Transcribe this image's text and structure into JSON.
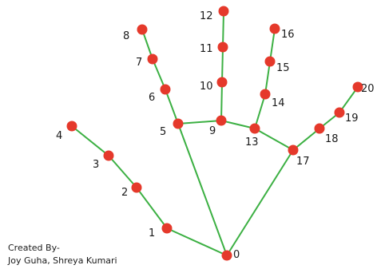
{
  "diagram": {
    "line_color": "#3cb043",
    "point_color": "#e5392b",
    "landmarks": [
      {
        "id": 0,
        "label": "0"
      },
      {
        "id": 1,
        "label": "1"
      },
      {
        "id": 2,
        "label": "2"
      },
      {
        "id": 3,
        "label": "3"
      },
      {
        "id": 4,
        "label": "4"
      },
      {
        "id": 5,
        "label": "5"
      },
      {
        "id": 6,
        "label": "6"
      },
      {
        "id": 7,
        "label": "7"
      },
      {
        "id": 8,
        "label": "8"
      },
      {
        "id": 9,
        "label": "9"
      },
      {
        "id": 10,
        "label": "10"
      },
      {
        "id": 11,
        "label": "11"
      },
      {
        "id": 12,
        "label": "12"
      },
      {
        "id": 13,
        "label": "13"
      },
      {
        "id": 14,
        "label": "14"
      },
      {
        "id": 15,
        "label": "15"
      },
      {
        "id": 16,
        "label": "16"
      },
      {
        "id": 17,
        "label": "17"
      },
      {
        "id": 18,
        "label": "18"
      },
      {
        "id": 19,
        "label": "19"
      },
      {
        "id": 20,
        "label": "20"
      }
    ],
    "connections": [
      [
        0,
        1
      ],
      [
        1,
        2
      ],
      [
        2,
        3
      ],
      [
        3,
        4
      ],
      [
        0,
        5
      ],
      [
        5,
        6
      ],
      [
        6,
        7
      ],
      [
        7,
        8
      ],
      [
        5,
        9
      ],
      [
        9,
        10
      ],
      [
        10,
        11
      ],
      [
        11,
        12
      ],
      [
        9,
        13
      ],
      [
        13,
        14
      ],
      [
        14,
        15
      ],
      [
        15,
        16
      ],
      [
        13,
        17
      ],
      [
        0,
        17
      ],
      [
        17,
        18
      ],
      [
        18,
        19
      ],
      [
        19,
        20
      ]
    ]
  },
  "credit": {
    "line1": "Created By-",
    "line2": "Joy Guha, Shreya Kumari"
  }
}
